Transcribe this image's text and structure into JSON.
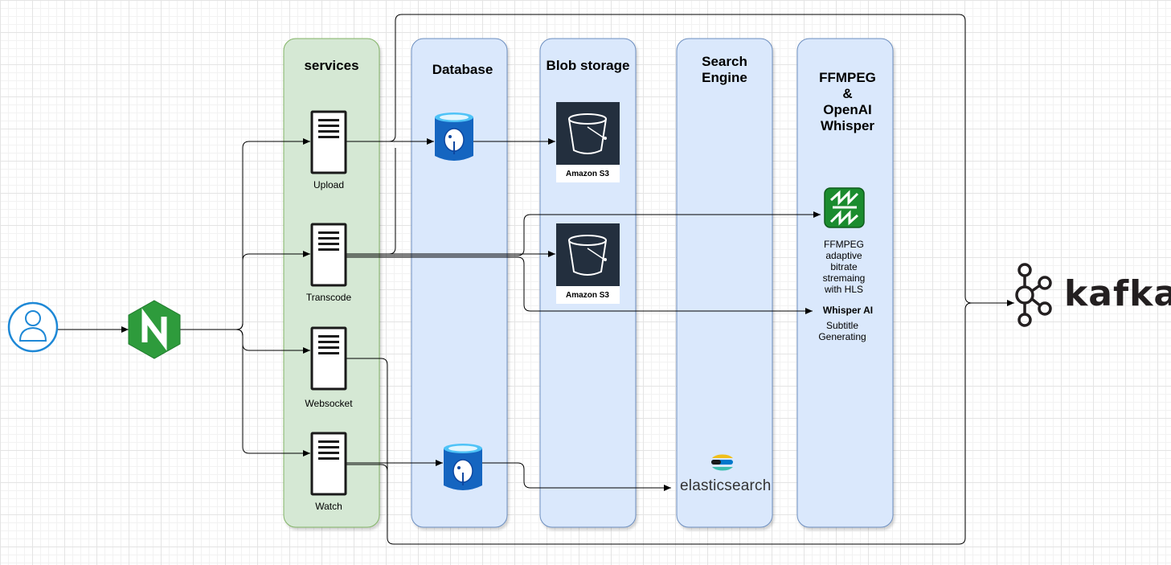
{
  "lanes": {
    "services": "services",
    "database": "Database",
    "blob": "Blob storage",
    "search": "Search\nEngine",
    "ffmpeg": "FFMPEG\n&\nOpenAI\nWhisper"
  },
  "services": {
    "upload": "Upload",
    "transcode": "Transcode",
    "websocket": "Websocket",
    "watch": "Watch"
  },
  "storage": {
    "s3_top": "Amazon S3",
    "s3_bottom": "Amazon S3"
  },
  "search": {
    "engine_name": "elasticsearch"
  },
  "processing": {
    "ffmpeg_desc": "FFMPEG\nadaptive\nbitrate\nstremaing\nwith HLS",
    "whisper_title": "Whisper AI",
    "whisper_desc": "Subtitle\nGenerating"
  },
  "queue": {
    "name": "kafka"
  },
  "colors": {
    "services_fill": "#d5e8d4",
    "services_stroke": "#82b366",
    "lane_fill": "#dae8fc",
    "lane_stroke": "#6c8ebf",
    "nginx_green": "#2e9b3c",
    "postgres_blue": "#1565c0",
    "s3_dark": "#232f3e",
    "ffmpeg_green": "#1b8c2e",
    "user_blue": "#1e88d6"
  },
  "icons": [
    "user-icon",
    "nginx-icon",
    "server-icon",
    "postgres-icon",
    "s3-bucket-icon",
    "ffmpeg-icon",
    "elasticsearch-icon",
    "kafka-icon"
  ]
}
